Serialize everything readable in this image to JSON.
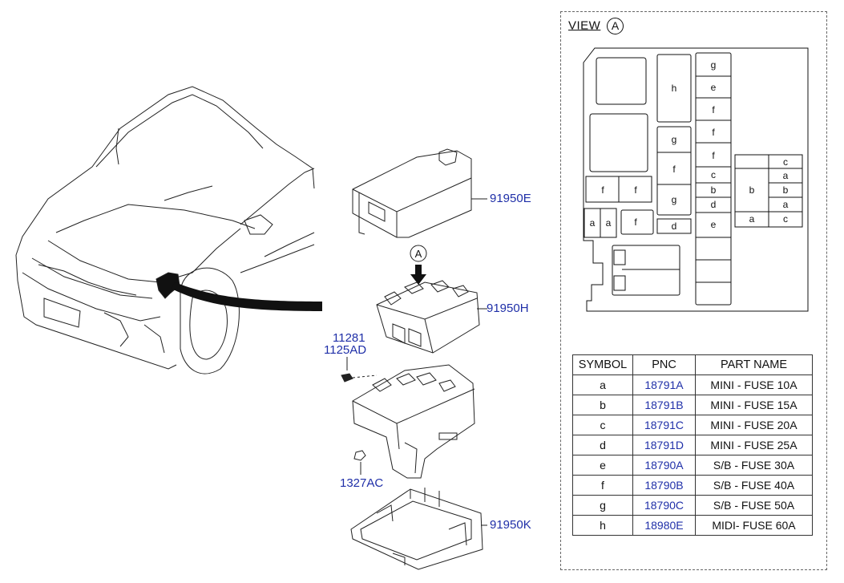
{
  "callouts": {
    "cover": "91950E",
    "block": "91950H",
    "bolt_a": "11281",
    "bolt_b": "1125AD",
    "nut": "1327AC",
    "lower_case": "91950K",
    "view_marker": "A"
  },
  "view": {
    "title": "VIEW",
    "marker": "A"
  },
  "fuse_box_labels": {
    "col_h": "h",
    "col_g1": "g",
    "col_f1": "f",
    "col_g2": "g",
    "left_f1": "f",
    "left_f2": "f",
    "left_a1": "a",
    "left_a2": "a",
    "left_f3": "f",
    "d_small": "d",
    "r_g": "g",
    "r_e": "e",
    "r_f1": "f",
    "r_f2": "f",
    "r_f3": "f",
    "r_c": "c",
    "r_b": "b",
    "r_d": "d",
    "r_e2": "e",
    "m_c1": "c",
    "m_a1": "a",
    "m_b1": "b",
    "m_b2": "b",
    "m_a2": "a",
    "m_a3": "a",
    "m_c2": "c"
  },
  "table": {
    "headers": [
      "SYMBOL",
      "PNC",
      "PART NAME"
    ],
    "rows": [
      {
        "symbol": "a",
        "pnc": "18791A",
        "name": "MINI - FUSE 10A"
      },
      {
        "symbol": "b",
        "pnc": "18791B",
        "name": "MINI - FUSE 15A"
      },
      {
        "symbol": "c",
        "pnc": "18791C",
        "name": "MINI - FUSE 20A"
      },
      {
        "symbol": "d",
        "pnc": "18791D",
        "name": "MINI - FUSE 25A"
      },
      {
        "symbol": "e",
        "pnc": "18790A",
        "name": "S/B - FUSE 30A"
      },
      {
        "symbol": "f",
        "pnc": "18790B",
        "name": "S/B - FUSE 40A"
      },
      {
        "symbol": "g",
        "pnc": "18790C",
        "name": "S/B - FUSE 50A"
      },
      {
        "symbol": "h",
        "pnc": "18980E",
        "name": "MIDI- FUSE 60A"
      }
    ]
  },
  "colors": {
    "callout": "#1f2fa8",
    "line": "#111111"
  }
}
